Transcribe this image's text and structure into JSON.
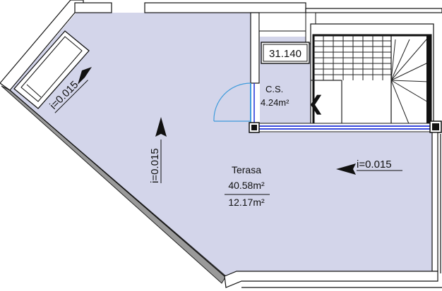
{
  "colors": {
    "floor": "#d3d5ea",
    "wall": "#8a8a8a",
    "wall_dark": "#111111",
    "glass": "#1b2fd8",
    "door": "#3f9bdc",
    "line": "#111111",
    "background": "#ffffff"
  },
  "elevation_label": "31.140",
  "rooms": {
    "cs": {
      "name": "C.S.",
      "area": "4.24m²"
    },
    "terrace": {
      "name": "Terasa",
      "area_1": "40.58m²",
      "area_2": "12.17m²"
    }
  },
  "slopes": {
    "planter": "i=0.015",
    "left": "i=0.015",
    "right": "i=0.015"
  },
  "icons": {
    "stair_direction": "chevron-left-icon",
    "slope_arrow": "arrow-icon",
    "column": "column-icon"
  }
}
